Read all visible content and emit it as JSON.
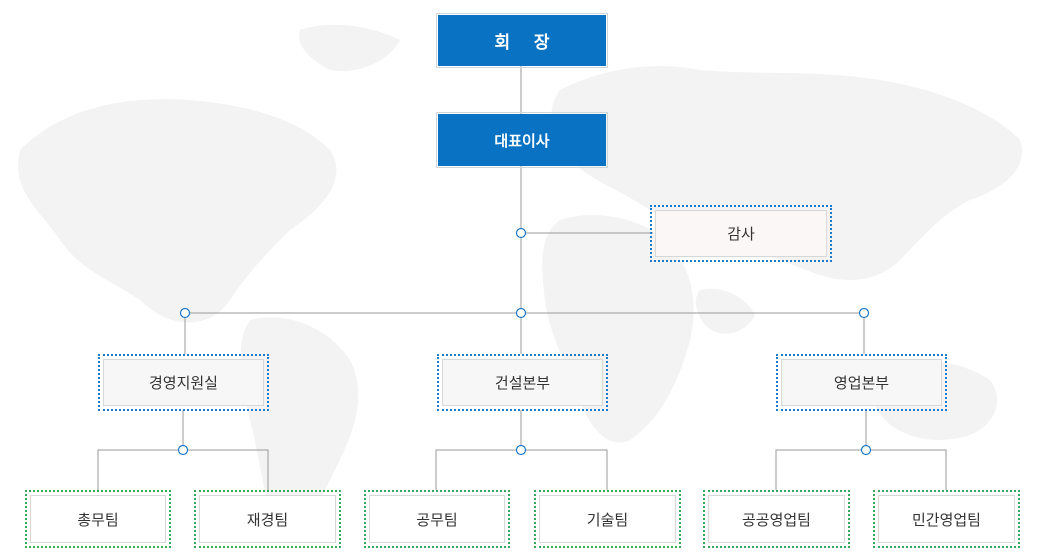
{
  "chairman": {
    "label": "회    장"
  },
  "ceo": {
    "label": "대표이사"
  },
  "audit": {
    "label": "감사"
  },
  "divisions": [
    {
      "label": "경영지원실",
      "teams": [
        "총무팀",
        "재경팀"
      ]
    },
    {
      "label": "건설본부",
      "teams": [
        "공무팀",
        "기술팀"
      ]
    },
    {
      "label": "영업본부",
      "teams": [
        "공공영업팀",
        "민간영업팀"
      ]
    }
  ],
  "colors": {
    "top_box": "#0a72c2",
    "division_border": "#1d79c9",
    "team_border": "#33a85b",
    "line": "#999999",
    "connector_dot": "#1d79c9",
    "map": "#f2f2f2"
  }
}
